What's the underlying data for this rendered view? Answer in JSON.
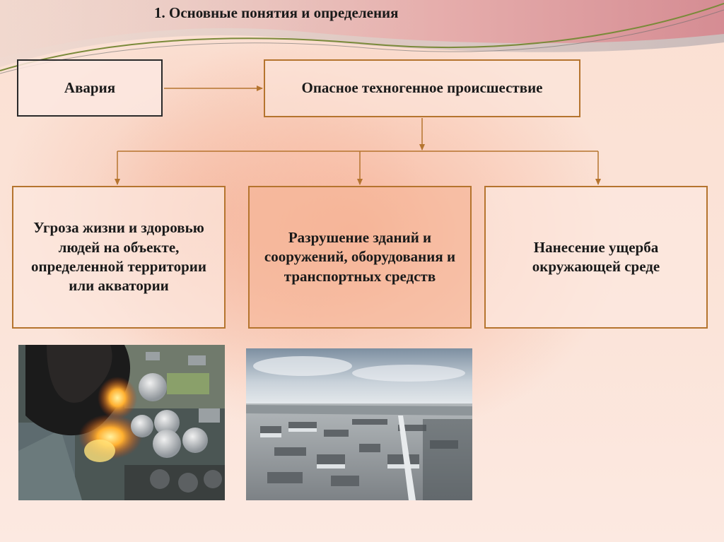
{
  "slide": {
    "title": "1. Основные понятия и определения"
  },
  "diagram": {
    "source_box": "Авария",
    "main_box": "Опасное техногенное происшествие",
    "consequences": [
      "Угроза жизни и здоровью людей  на объекте, определенной территории или акватории",
      "Разрушение зданий и сооружений, оборудования и транспортных средств",
      "Нанесение ущерба окружающей среде"
    ]
  },
  "colors": {
    "connector": "#b5742e",
    "box_border_main": "#b5742e",
    "box_border_source": "#2a2a2a",
    "background": "#fbe2d6"
  }
}
